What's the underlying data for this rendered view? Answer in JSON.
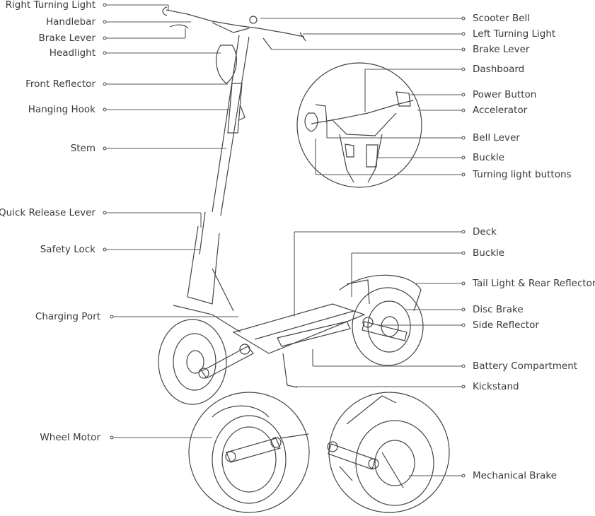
{
  "diagram": {
    "left_labels": [
      "Right Turning Light",
      "Handlebar",
      "Brake Lever",
      "Headlight",
      "Front Reflector",
      "Hanging Hook",
      "Stem",
      "Quick Release Lever",
      "Safety Lock",
      "Charging Port",
      "Wheel Motor"
    ],
    "right_labels": [
      "Scooter Bell",
      "Left Turning Light",
      "Brake Lever",
      "Dashboard",
      "Power Button",
      "Accelerator",
      "Bell Lever",
      "Buckle",
      "Turning light buttons",
      "Deck",
      "Buckle",
      "Tail Light & Rear Reflector",
      "Disc Brake",
      "Side Reflector",
      "Battery Compartment",
      "Kickstand",
      "Mechanical Brake"
    ],
    "colors": {
      "line": "#444444",
      "text": "#3a3a3a",
      "background": "#ffffff"
    }
  }
}
